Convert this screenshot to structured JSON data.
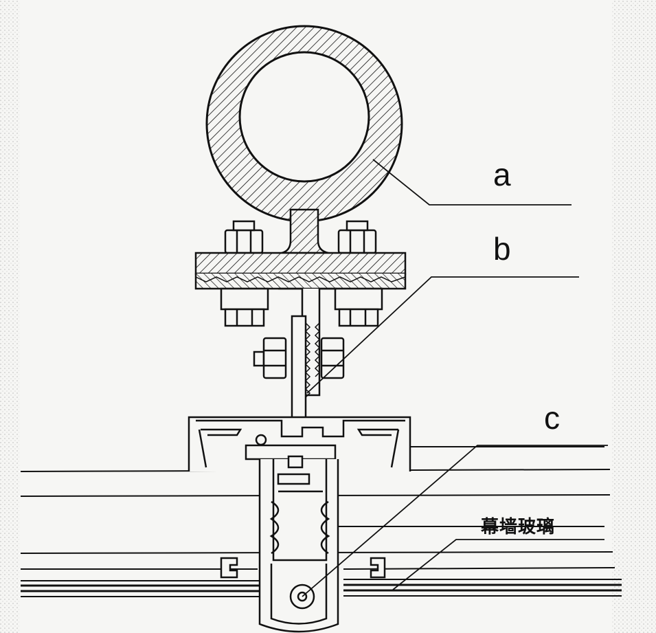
{
  "labels": {
    "a": "a",
    "b": "b",
    "c": "c",
    "glass": "幕墙玻璃"
  },
  "colors": {
    "line": "#111111",
    "background": "#f6f6f4"
  }
}
